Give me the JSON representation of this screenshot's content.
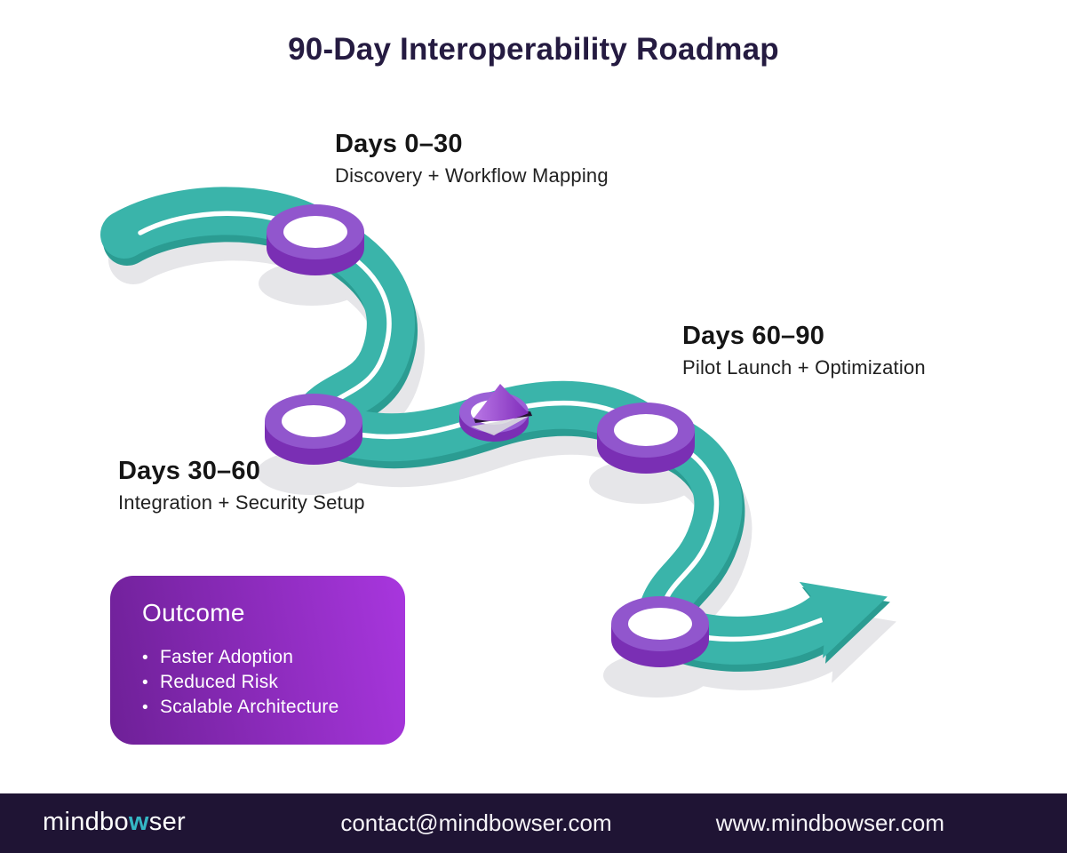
{
  "title": "90-Day Interoperability Roadmap",
  "phases": [
    {
      "label": "Days 0–30",
      "description": "Discovery + Workflow Mapping"
    },
    {
      "label": "Days 30–60",
      "description": "Integration + Security Setup"
    },
    {
      "label": "Days 60–90",
      "description": "Pilot Launch + Optimization"
    }
  ],
  "outcome": {
    "title": "Outcome",
    "bullet": "•",
    "items": [
      "Faster Adoption",
      "Reduced Risk",
      "Scalable Architecture"
    ]
  },
  "footer": {
    "logo_prefix": "mindbo",
    "logo_highlight": "w",
    "logo_suffix": "ser",
    "email": "contact@mindbowser.com",
    "website": "www.mindbowser.com"
  },
  "colors": {
    "road_teal": "#3ab4aa",
    "road_teal_dark": "#2b9c92",
    "road_center_line": "#ffffff",
    "shadow_gray": "#e6e6e9",
    "marker_purple": "#9156cd",
    "marker_purple_dark": "#7a2fb4",
    "cone_light": "#b977e6",
    "cone_dark": "#7f2cba",
    "outcome_gradient_start": "#6e2097",
    "outcome_gradient_end": "#a836de",
    "title_navy": "#251b41",
    "footer_bg": "#1f1434",
    "logo_teal": "#35b7c4"
  }
}
